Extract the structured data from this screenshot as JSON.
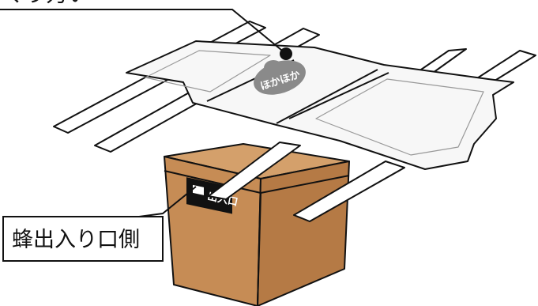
{
  "callout_top": {
    "text": "くり力ぃ"
  },
  "callout_bottom": {
    "text": "蜂出入り口側"
  },
  "pack_logo": {
    "text": "ほかほか"
  },
  "box_label": {
    "text": "出入口"
  },
  "colors": {
    "box_front": "#c68c55",
    "box_side": "#b57a45",
    "box_top": "#d4a06b",
    "outline": "#111111",
    "pack_fill": "#f7f7f7",
    "logo_gray": "#8a8a8a",
    "label_black": "#111111"
  }
}
